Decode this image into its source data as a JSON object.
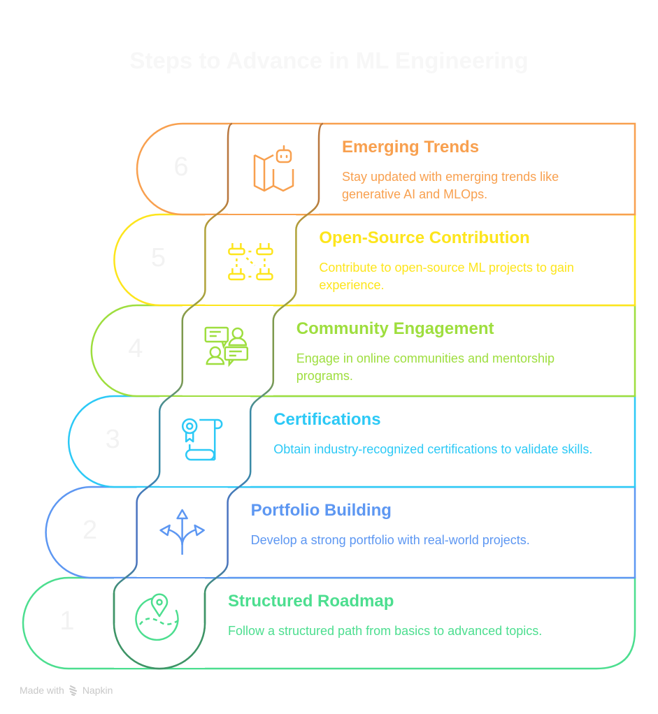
{
  "title": "Steps to Advance in ML Engineering",
  "steps": [
    {
      "number": "1",
      "title": "Structured Roadmap",
      "description": "Follow a structured path from basics to advanced topics.",
      "icon": "map-location-pin-icon",
      "color": "#4CDE8F",
      "dark_color": "#3E9466"
    },
    {
      "number": "2",
      "title": "Portfolio Building",
      "description": "Develop a strong portfolio with real-world projects.",
      "icon": "branching-arrows-icon",
      "color": "#5D97F2",
      "dark_color": "#4A73C0"
    },
    {
      "number": "3",
      "title": "Certifications",
      "description": "Obtain industry-recognized certifications to validate skills.",
      "icon": "certificate-scroll-icon",
      "color": "#2CC9F6",
      "dark_color": "#3A8AA6"
    },
    {
      "number": "4",
      "title": "Community Engagement",
      "description": "Engage in online communities and mentorship programs.",
      "icon": "community-chat-icon",
      "color": "#9EDE3E",
      "dark_color": "#7E9A4E"
    },
    {
      "number": "5",
      "title": "Open-Source Contribution",
      "description": "Contribute to open-source ML projects to gain experience.",
      "icon": "network-nodes-icon",
      "color": "#FDE51C",
      "dark_color": "#B0A33A"
    },
    {
      "number": "6",
      "title": "Emerging Trends",
      "description": "Stay updated with emerging trends like generative AI and MLOps.",
      "icon": "map-robot-icon",
      "color": "#F8A04F",
      "dark_color": "#B9773E"
    }
  ],
  "footer": {
    "made_with": "Made with",
    "brand": "Napkin"
  }
}
